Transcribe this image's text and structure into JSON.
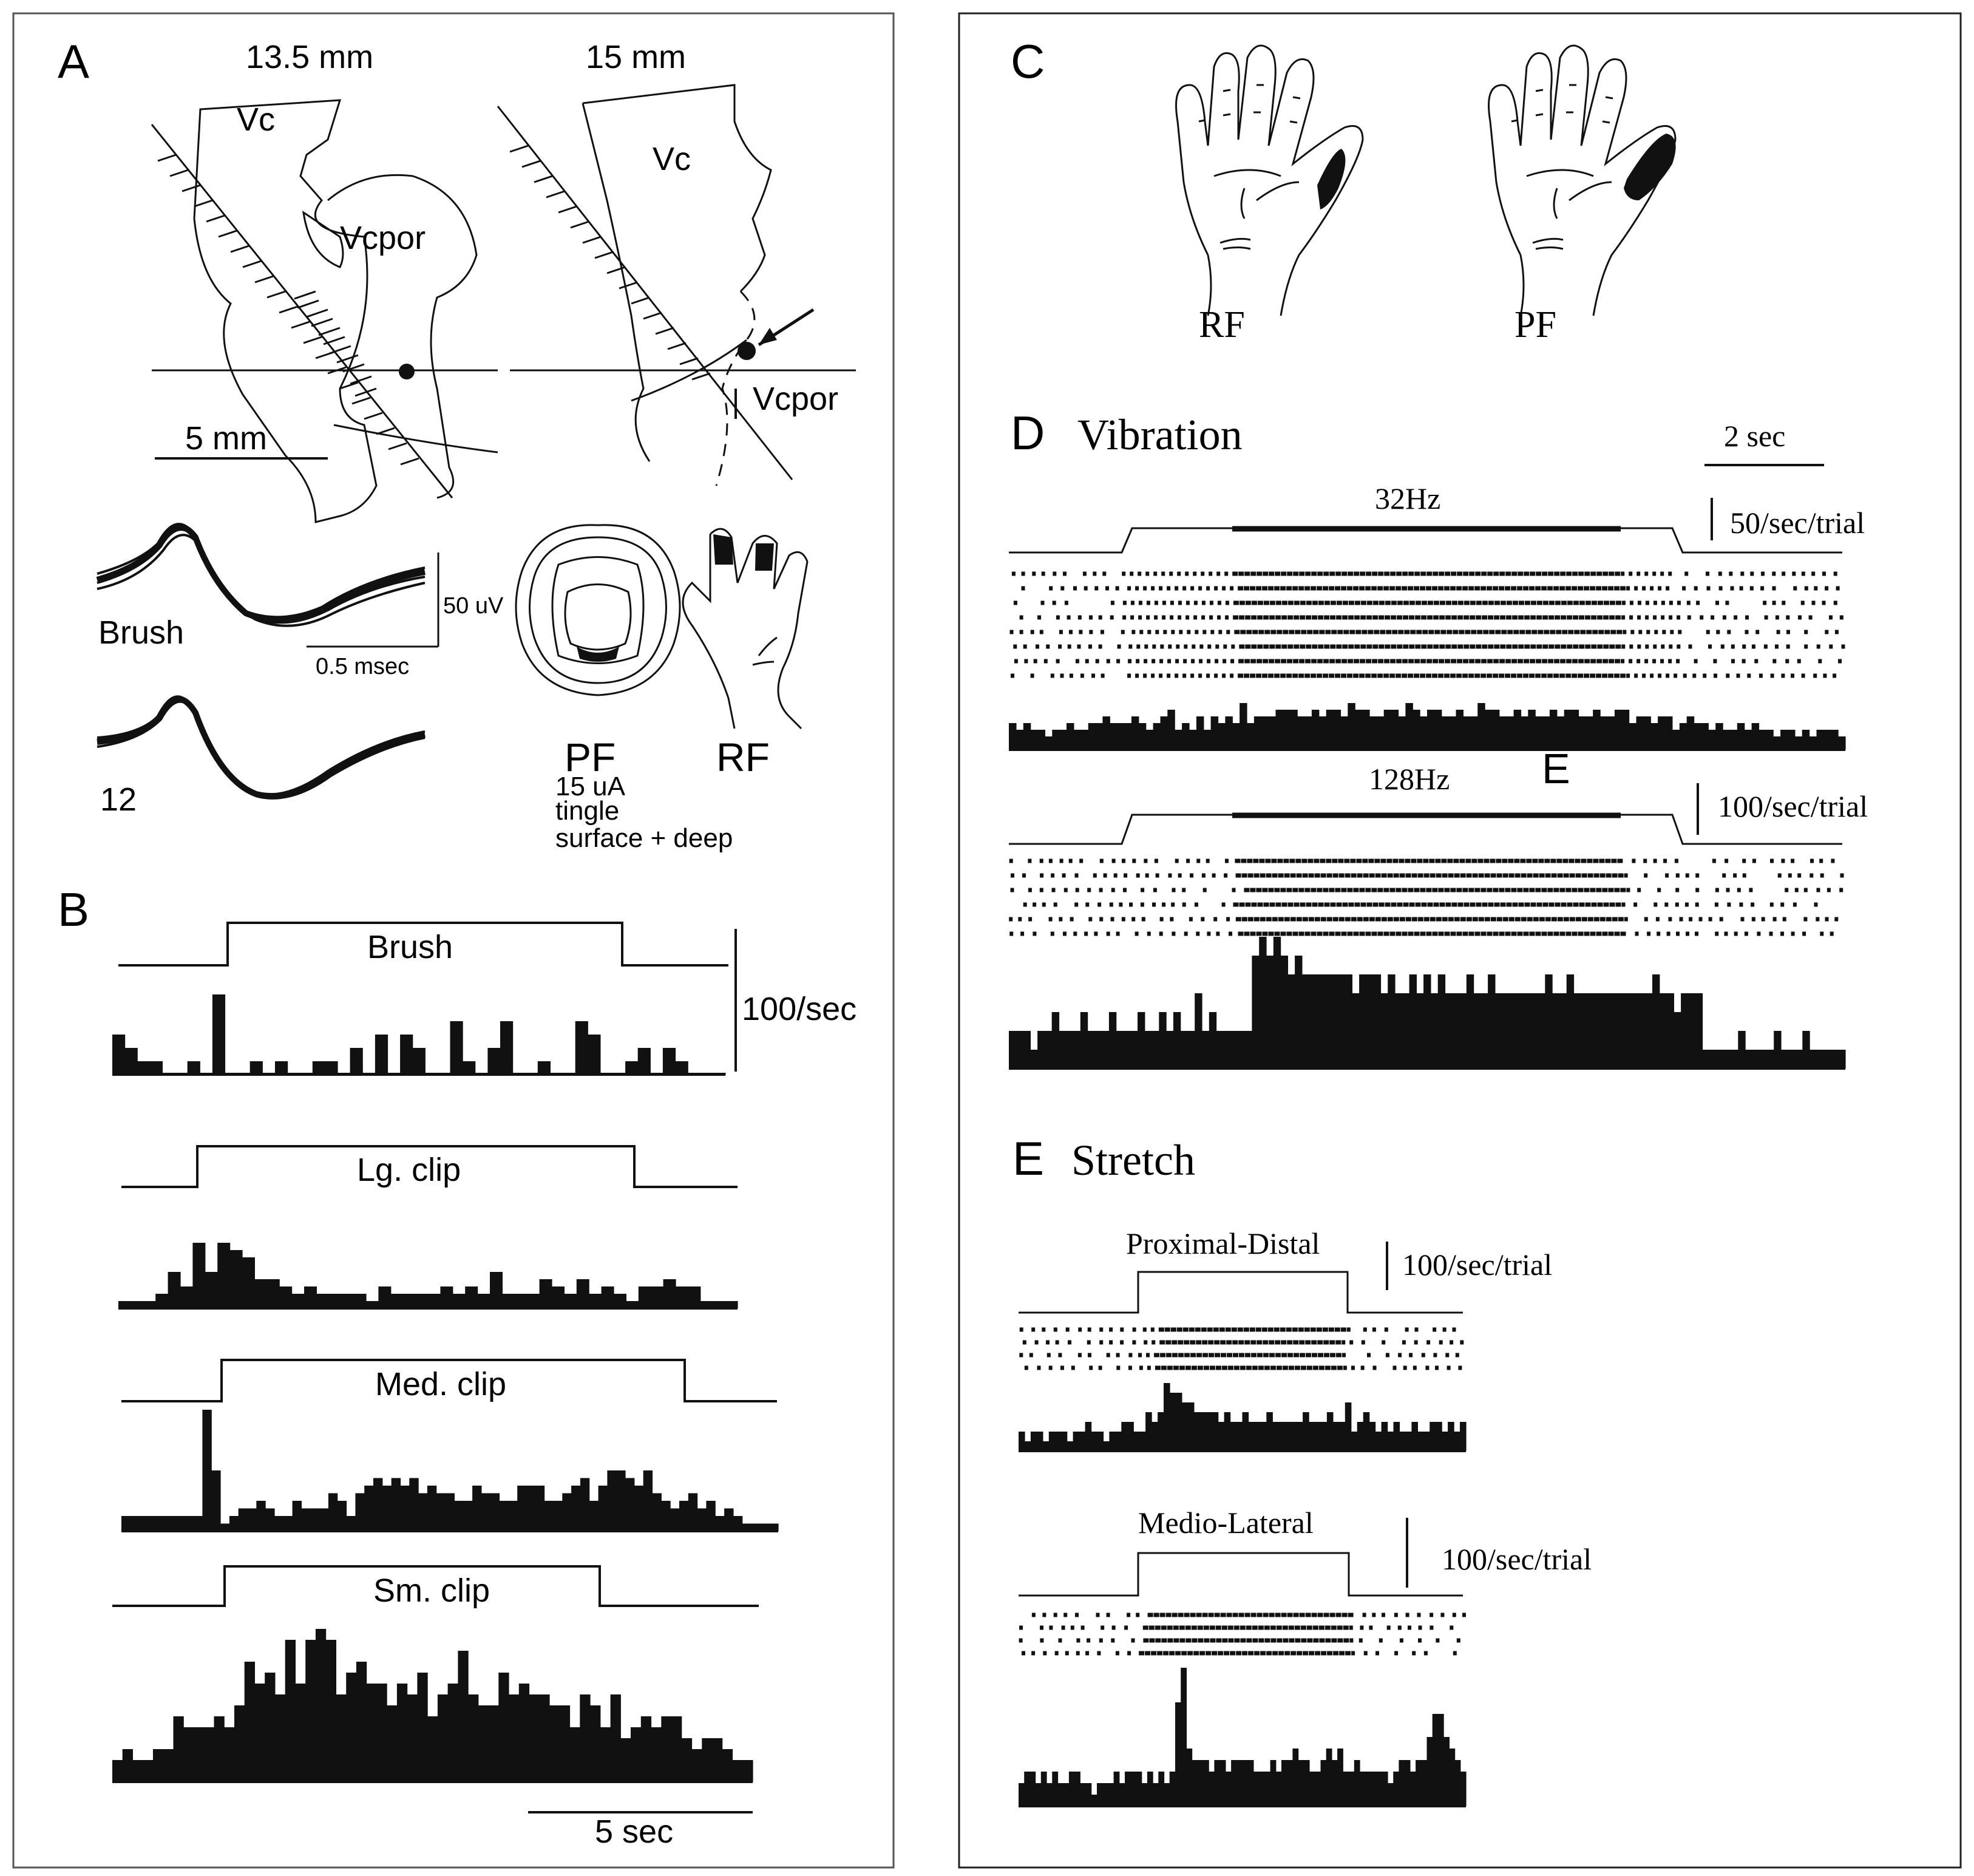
{
  "panel_a": {
    "letter": "A",
    "depth_left": "13.5 mm",
    "depth_right": "15 mm",
    "nucleus_vc_left": "Vc",
    "nucleus_vcpor_left": "Vcpor",
    "nucleus_vc_right": "Vc",
    "nucleus_vcpor_right": "Vcpor",
    "scale_bar": "5 mm",
    "waveform_brush_label": "Brush",
    "waveform_12_label": "12",
    "amp_scale": "50 uV",
    "time_scale": "0.5 msec",
    "pf_label": "PF",
    "pf_details": [
      "15 uA",
      "tingle",
      "surface + deep"
    ],
    "rf_label": "RF"
  },
  "panel_b": {
    "letter": "B",
    "rate_scale": "100/sec",
    "time_scale": "5 sec",
    "stimuli": [
      {
        "label": "Brush",
        "bins": [
          3,
          2,
          1,
          1,
          0,
          0,
          1,
          0,
          6,
          0,
          0,
          1,
          0,
          1,
          0,
          0,
          1,
          1,
          0,
          2,
          0,
          3,
          0,
          3,
          2,
          0,
          0,
          4,
          1,
          0,
          2,
          4,
          0,
          0,
          1,
          0,
          0,
          4,
          3,
          0,
          0,
          1,
          2,
          0,
          2,
          1,
          0,
          0,
          0
        ]
      },
      {
        "label": "Lg. clip",
        "bins": [
          1,
          1,
          1,
          2,
          5,
          3,
          9,
          5,
          9,
          8,
          7,
          4,
          4,
          3,
          2,
          3,
          2,
          2,
          2,
          2,
          1,
          3,
          2,
          2,
          2,
          2,
          3,
          2,
          3,
          2,
          5,
          2,
          2,
          2,
          4,
          3,
          2,
          4,
          2,
          3,
          2,
          1,
          3,
          3,
          4,
          3,
          3,
          1,
          1,
          1
        ]
      },
      {
        "label": "Med. clip",
        "bins": [
          2,
          2,
          2,
          2,
          2,
          2,
          2,
          2,
          2,
          16,
          8,
          1,
          2,
          3,
          3,
          4,
          3,
          2,
          2,
          4,
          3,
          3,
          3,
          5,
          4,
          2,
          5,
          6,
          7,
          6,
          7,
          6,
          7,
          5,
          6,
          5,
          5,
          4,
          4,
          6,
          5,
          5,
          4,
          4,
          6,
          6,
          6,
          4,
          4,
          5,
          6,
          7,
          4,
          6,
          8,
          8,
          7,
          6,
          8,
          5,
          4,
          3,
          4,
          5,
          3,
          4,
          2,
          3,
          2,
          1,
          1,
          1,
          1
        ]
      },
      {
        "label": "Sm. clip",
        "bins": [
          2,
          3,
          2,
          2,
          3,
          3,
          6,
          5,
          5,
          5,
          6,
          5,
          7,
          11,
          9,
          10,
          8,
          13,
          9,
          13,
          14,
          13,
          8,
          10,
          11,
          9,
          9,
          7,
          9,
          8,
          10,
          6,
          8,
          9,
          12,
          8,
          7,
          7,
          10,
          8,
          9,
          8,
          8,
          7,
          7,
          5,
          8,
          7,
          5,
          8,
          4,
          5,
          6,
          5,
          6,
          6,
          4,
          3,
          4,
          4,
          3,
          2,
          2
        ]
      }
    ]
  },
  "panel_c": {
    "letter": "C",
    "rf_label": "RF",
    "pf_label": "PF"
  },
  "panel_d": {
    "letter": "D",
    "title": "Vibration",
    "time_scale": "2 sec",
    "conditions": [
      {
        "label": "32Hz",
        "rate_scale": "50/sec/trial",
        "bins": [
          4,
          3,
          4,
          3,
          3,
          2,
          3,
          3,
          4,
          3,
          3,
          4,
          4,
          5,
          4,
          4,
          4,
          5,
          4,
          3,
          4,
          5,
          6,
          3,
          4,
          3,
          5,
          3,
          5,
          4,
          5,
          4,
          7,
          4,
          5,
          5,
          5,
          6,
          6,
          6,
          5,
          5,
          6,
          5,
          6,
          6,
          5,
          7,
          6,
          6,
          5,
          5,
          6,
          6,
          5,
          7,
          6,
          5,
          6,
          6,
          5,
          5,
          6,
          5,
          5,
          7,
          6,
          6,
          5,
          5,
          6,
          5,
          6,
          5,
          5,
          6,
          5,
          6,
          6,
          5,
          5,
          6,
          5,
          5,
          6,
          6,
          4,
          5,
          5,
          4,
          5,
          5,
          3,
          4,
          5,
          4,
          4,
          3,
          4,
          3,
          3,
          4,
          3,
          4,
          3,
          3,
          2,
          3,
          3,
          2,
          3,
          2,
          3,
          3,
          3,
          2
        ]
      },
      {
        "label": "128Hz",
        "rate_scale": "100/sec/trial",
        "bins": [
          2,
          2,
          2,
          1,
          2,
          2,
          3,
          2,
          2,
          2,
          3,
          2,
          2,
          2,
          3,
          2,
          2,
          2,
          3,
          2,
          2,
          3,
          2,
          3,
          2,
          2,
          4,
          2,
          3,
          2,
          2,
          2,
          2,
          2,
          6,
          7,
          6,
          7,
          6,
          5,
          6,
          5,
          5,
          5,
          5,
          5,
          5,
          5,
          4,
          5,
          5,
          5,
          4,
          5,
          4,
          4,
          5,
          4,
          5,
          4,
          5,
          4,
          4,
          4,
          5,
          4,
          4,
          5,
          4,
          4,
          4,
          4,
          4,
          4,
          4,
          5,
          4,
          4,
          5,
          4,
          4,
          4,
          4,
          4,
          4,
          4,
          4,
          4,
          4,
          4,
          5,
          4,
          4,
          3,
          4,
          4,
          4,
          1,
          1,
          1,
          1,
          1,
          2,
          1,
          1,
          1,
          1,
          2,
          1,
          1,
          1,
          2,
          1,
          1,
          1,
          1,
          1
        ]
      }
    ],
    "stray_letter": "E"
  },
  "panel_e": {
    "letter": "E",
    "title": "Stretch",
    "conditions": [
      {
        "label": "Proximal-Distal",
        "rate_scale": "100/sec/trial",
        "bins": [
          2,
          1,
          2,
          2,
          1,
          2,
          2,
          2,
          1,
          2,
          2,
          3,
          2,
          2,
          1,
          2,
          2,
          3,
          3,
          2,
          2,
          4,
          3,
          4,
          7,
          6,
          6,
          5,
          5,
          4,
          4,
          4,
          4,
          3,
          4,
          3,
          3,
          4,
          3,
          3,
          3,
          4,
          3,
          3,
          3,
          3,
          3,
          4,
          3,
          3,
          3,
          4,
          3,
          3,
          5,
          2,
          3,
          4,
          3,
          2,
          3,
          2,
          3,
          2,
          2,
          3,
          2,
          2,
          3,
          3,
          2,
          3,
          2,
          3
        ]
      },
      {
        "label": "Medio-Lateral",
        "rate_scale": "100/sec/trial",
        "bins": [
          2,
          3,
          3,
          2,
          3,
          2,
          3,
          2,
          2,
          3,
          3,
          2,
          2,
          1,
          2,
          2,
          2,
          3,
          2,
          3,
          3,
          3,
          2,
          3,
          2,
          3,
          2,
          3,
          9,
          12,
          5,
          4,
          4,
          4,
          3,
          4,
          4,
          3,
          4,
          4,
          4,
          4,
          3,
          3,
          3,
          4,
          3,
          4,
          4,
          5,
          4,
          4,
          3,
          3,
          4,
          5,
          4,
          5,
          3,
          3,
          4,
          3,
          3,
          3,
          3,
          3,
          2,
          3,
          4,
          4,
          3,
          4,
          4,
          6,
          8,
          8,
          6,
          5,
          4,
          3
        ]
      }
    ]
  }
}
